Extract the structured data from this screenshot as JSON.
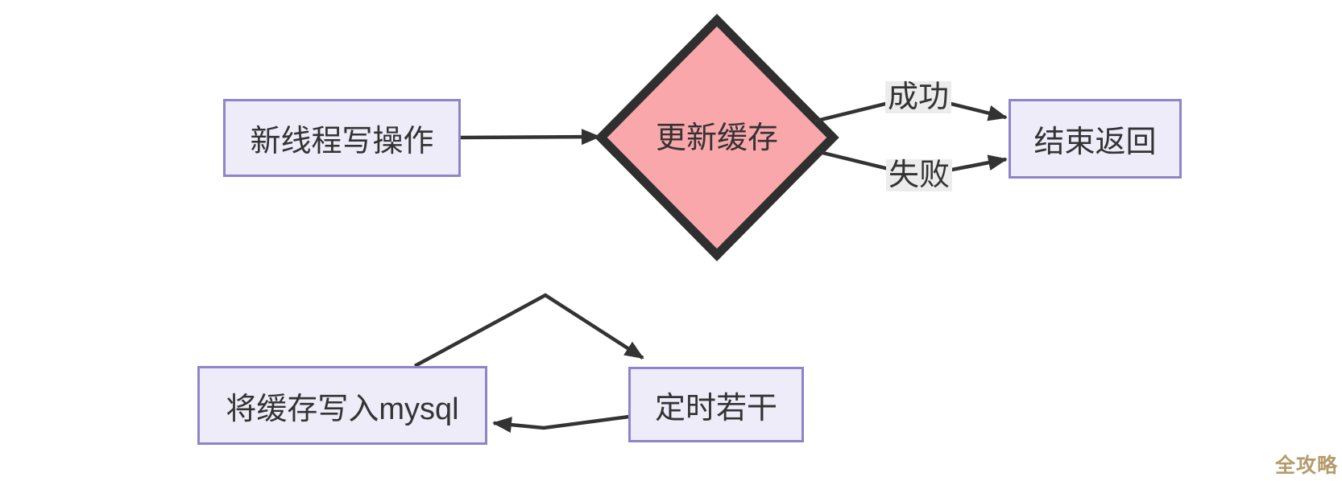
{
  "diagram": {
    "nodes": {
      "new_thread_write": {
        "label": "新线程写操作",
        "shape": "rect"
      },
      "update_cache": {
        "label": "更新缓存",
        "shape": "diamond"
      },
      "end_return": {
        "label": "结束返回",
        "shape": "rect"
      },
      "write_cache_to_mysql": {
        "label": "将缓存写入mysql",
        "shape": "rect"
      },
      "timer": {
        "label": "定时若干",
        "shape": "rect"
      }
    },
    "edges": [
      {
        "from": "new_thread_write",
        "to": "update_cache",
        "label": ""
      },
      {
        "from": "update_cache",
        "to": "end_return",
        "label": "成功"
      },
      {
        "from": "update_cache",
        "to": "end_return",
        "label": "失败"
      },
      {
        "from": "write_cache_to_mysql",
        "to": "timer",
        "label": ""
      },
      {
        "from": "timer",
        "to": "write_cache_to_mysql",
        "label": ""
      }
    ],
    "edge_labels": {
      "success": "成功",
      "fail": "失败"
    }
  },
  "watermark": {
    "text": "全攻略"
  },
  "colors": {
    "node_fill": "#EFECFA",
    "node_border": "#8E85C8",
    "diamond_fill": "#F9A7AB",
    "diamond_border": "#2F2F2F",
    "arrow": "#333333",
    "edge_label_bg": "#ECECEC",
    "text": "#333333",
    "background": "#FFFFFF",
    "watermark": "#B59A6B"
  }
}
